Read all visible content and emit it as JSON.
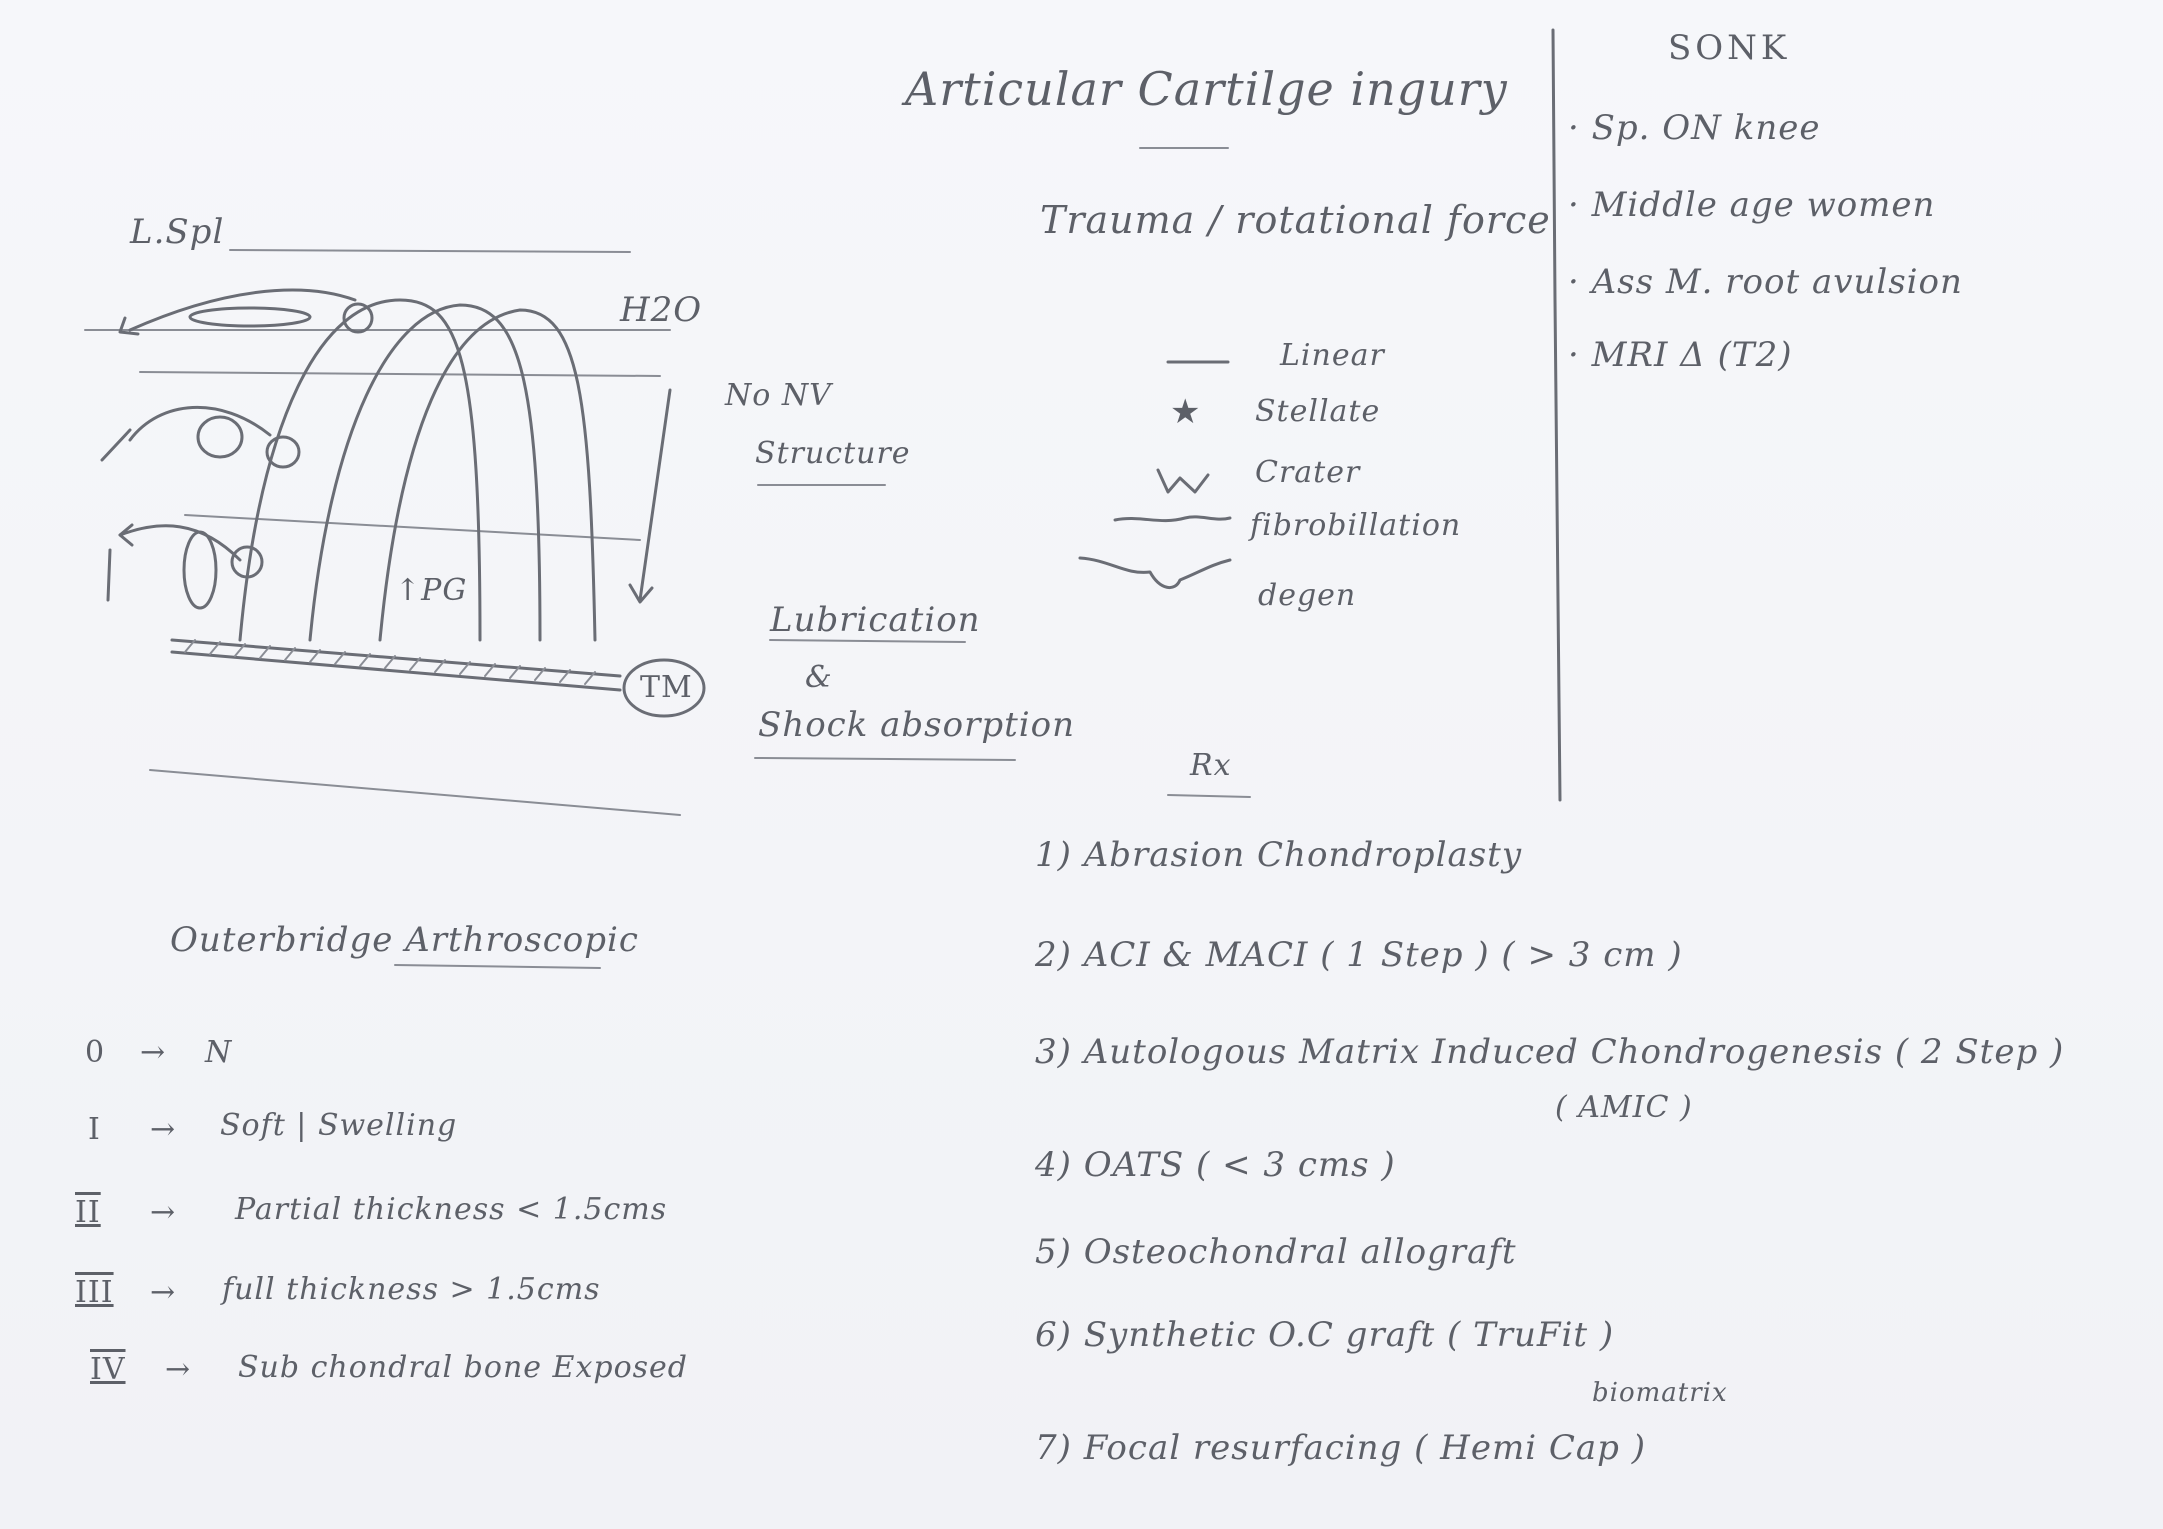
{
  "title": "Articular Cartilge ingury",
  "diagram": {
    "label_lspl": "L.Spl",
    "label_h2o": "H2O",
    "label_pg": "↑PG",
    "label_tm": "TM",
    "no_nv": "No NV",
    "structure": "Structure",
    "lubrication": "Lubrication",
    "amp": "&",
    "shock_absorption": "Shock absorption"
  },
  "mechanism": "Trauma / rotational force",
  "types": [
    {
      "symbol": "—",
      "label": "Linear"
    },
    {
      "symbol": "★",
      "label": "Stellate"
    },
    {
      "symbol": "V",
      "label": "Crater"
    },
    {
      "symbol": "~",
      "label": "fibrobillation"
    },
    {
      "symbol": "",
      "label": "degen"
    }
  ],
  "sonk": {
    "heading": "SONK",
    "items": [
      "· Sp. ON knee",
      "· Middle age women",
      "· Ass M. root avulsion",
      "· MRI  Δ (T2)"
    ]
  },
  "outerbridge": {
    "heading": "Outerbridge Arthroscopic",
    "grades": [
      {
        "grade": "0",
        "desc": "N"
      },
      {
        "grade": "I",
        "desc": "Soft | Swelling"
      },
      {
        "grade": "II",
        "desc": "Partial thickness < 1.5cms"
      },
      {
        "grade": "III",
        "desc": "full thickness > 1.5cms"
      },
      {
        "grade": "IV",
        "desc": "Sub chondral bone Exposed"
      }
    ]
  },
  "rx": {
    "heading": "Rx",
    "items": [
      "1) Abrasion Chondroplasty",
      "2) ACI & MACI   ( 1 Step )   ( > 3 cm )",
      "3) Autologous Matrix Induced Chondrogenesis ( 2 Step )",
      "( AMIC )",
      "4) OATS   ( < 3 cms )",
      "5) Osteochondral allograft",
      "6) Synthetic O.C graft ( TruFit )",
      "biomatrix",
      "7) Focal resurfacing ( Hemi Cap )"
    ]
  }
}
